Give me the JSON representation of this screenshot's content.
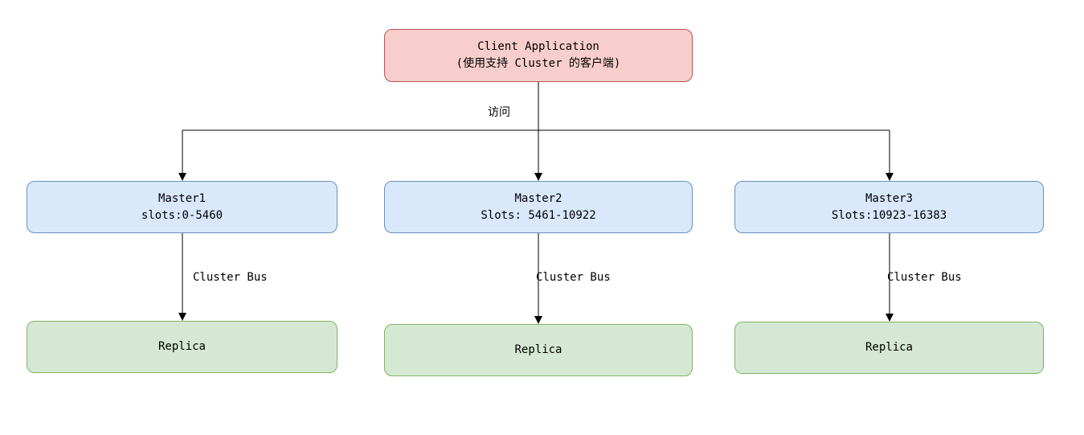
{
  "diagram": {
    "client": {
      "title": "Client Application",
      "subtitle": "(使用支持 Cluster 的客户端)"
    },
    "edge_labels": {
      "access": "访问",
      "cluster_bus": "Cluster Bus"
    },
    "masters": [
      {
        "name": "Master1",
        "slots": "slots:0-5460"
      },
      {
        "name": "Master2",
        "slots": "Slots: 5461-10922"
      },
      {
        "name": "Master3",
        "slots": "Slots:10923-16383"
      }
    ],
    "replicas": [
      {
        "label": "Replica"
      },
      {
        "label": "Replica"
      },
      {
        "label": "Replica"
      }
    ],
    "colors": {
      "client_fill": "#f8cecc",
      "client_border": "#b85450",
      "master_fill": "#dae8fc",
      "master_border": "#6c8ebf",
      "replica_fill": "#d5e8d4",
      "replica_border": "#82b366",
      "line": "#000000",
      "text": "#000000"
    }
  }
}
